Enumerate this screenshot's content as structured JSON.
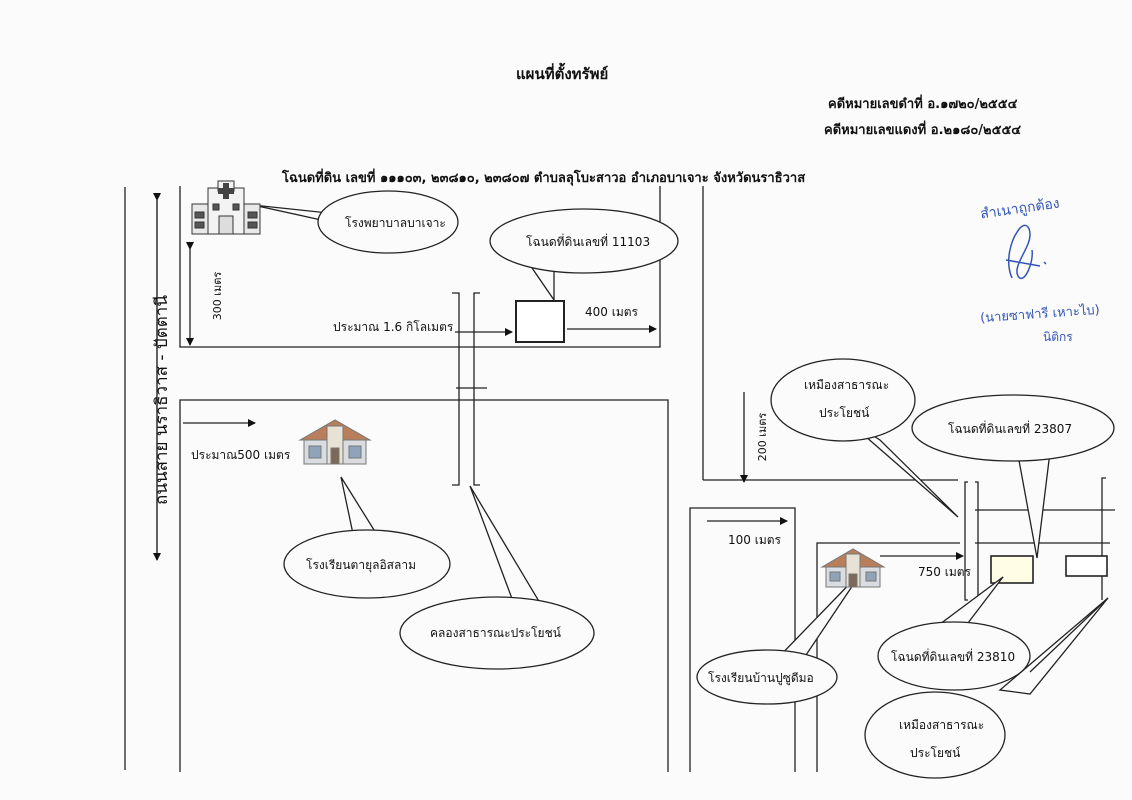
{
  "header": {
    "title": "แผนที่ตั้งทรัพย์",
    "black_case": "คดีหมายเลขดำที่  อ.๑๗๒๐/๒๕๕๔",
    "red_case": "คดีหมายเลขแดงที่ อ.๒๑๘๐/๒๕๕๔",
    "deed_line": "โฉนดที่ดิน เลขที่ ๑๑๑๐๓, ๒๓๘๑๐, ๒๓๘๐๗  ตำบลลุโบะสาวอ  อำเภอบาเจาะ จังหวัดนราธิวาส"
  },
  "certification": {
    "certified_copy": "สำเนาถูกต้อง",
    "name": "(นายซาฟารี  เหาะไบ)",
    "position": "นิติกร"
  },
  "road": {
    "label": "ถนนสาย นราธิวาส - ปัตตานี"
  },
  "callouts": {
    "hospital": "โรงพยาบาลบาเจาะ",
    "deed_11103": "โฉนดที่ดินเลขที่ 11103",
    "school_tayul": "โรงเรียนตายุลอิสลาม",
    "canal": "คลองสาธารณะประโยชน์",
    "mine_top_1": "เหมืองสาธารณะ",
    "mine_top_2": "ประโยชน์",
    "deed_23807": "โฉนดที่ดินเลขที่ 23807",
    "deed_23810": "โฉนดที่ดินเลขที่ 23810",
    "school_pusu": "โรงเรียนบ้านปูซูดีมอ",
    "mine_bottom_1": "เหมืองสาธารณะ",
    "mine_bottom_2": "ประโยชน์"
  },
  "distances": {
    "d300": "300 เมตร",
    "d1_6km": "ประมาณ 1.6 กิโลเมตร",
    "d400": "400 เมตร",
    "d500": "ประมาณ500 เมตร",
    "d200": "200 เมตร",
    "d100": "100 เมตร",
    "d750": "750 เมตร"
  },
  "icons": [
    "hospital-icon",
    "school-icon"
  ]
}
